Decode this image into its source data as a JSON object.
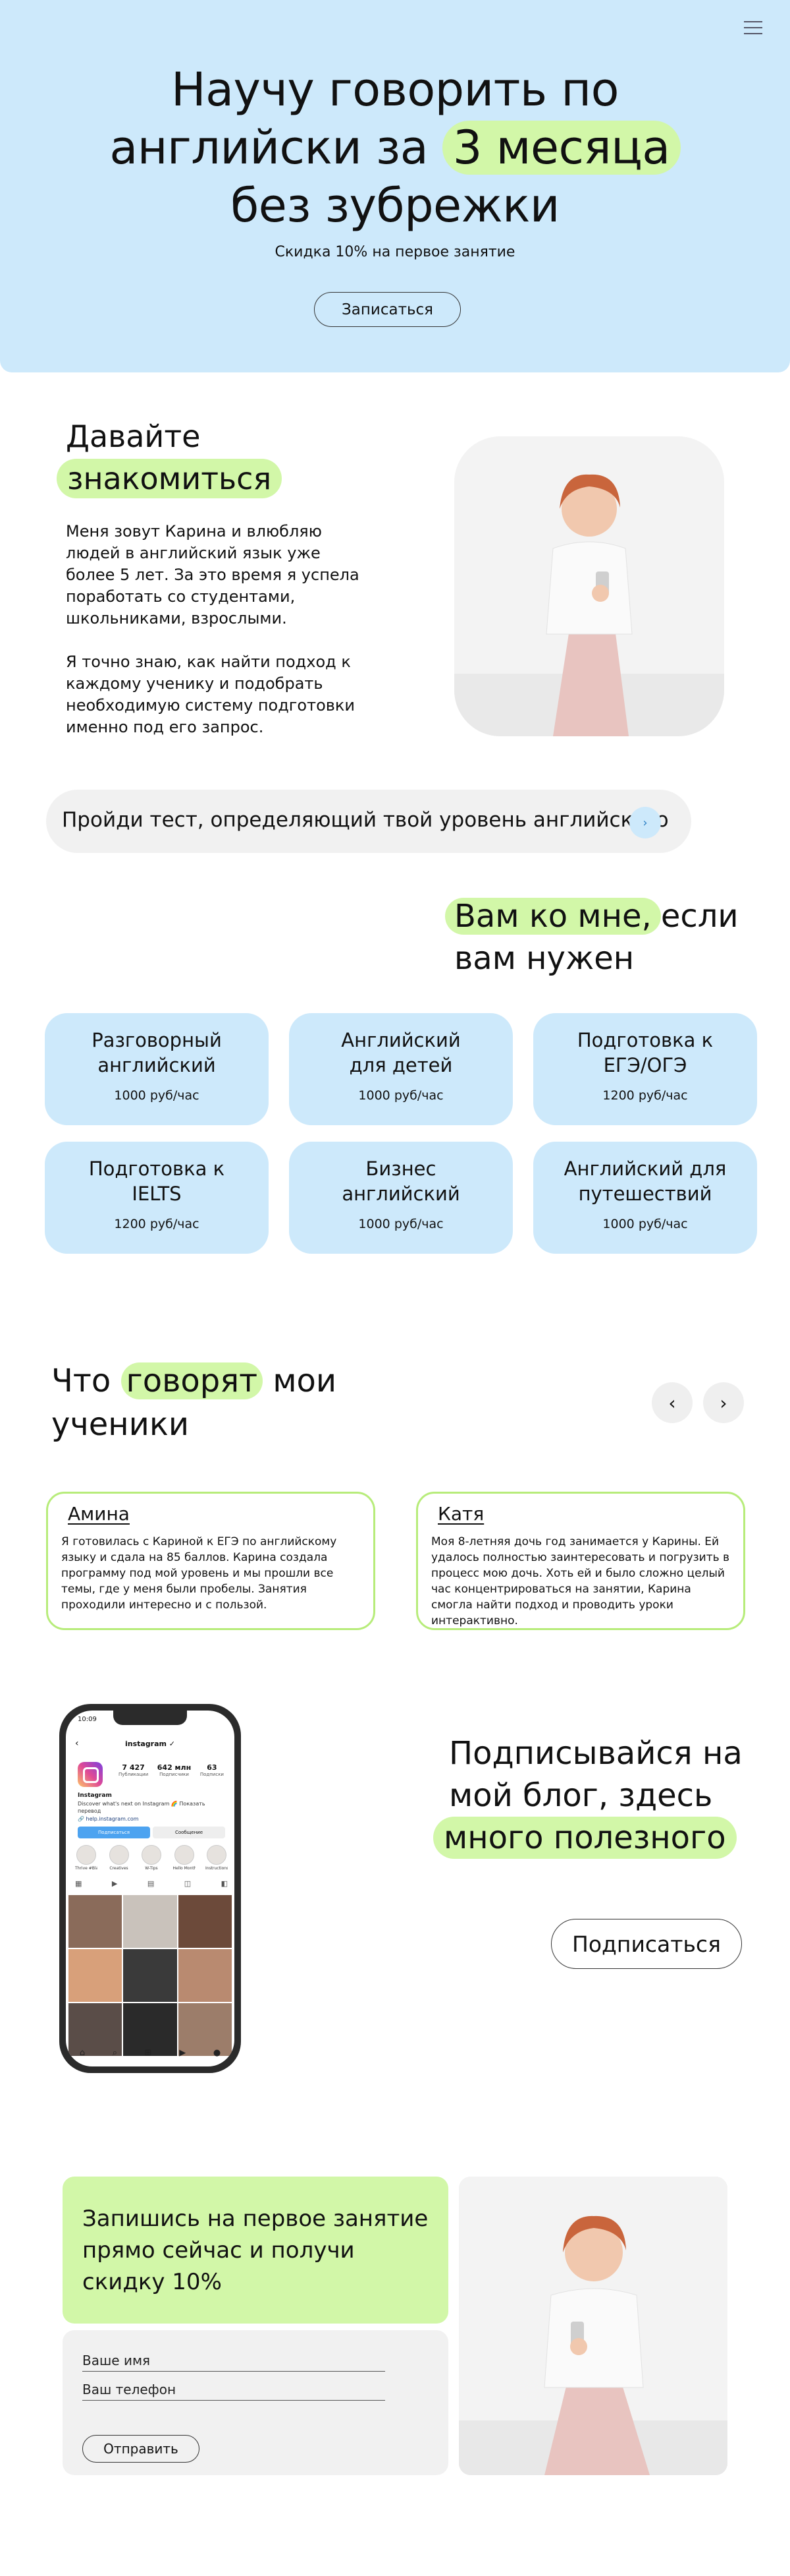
{
  "hero": {
    "title_line1": "Научу говорить по",
    "title_line2_pre": "английски за",
    "title_line2_hl": "3 месяца",
    "title_line3": "без зубрежки",
    "subtitle": "Скидка 10% на первое занятие",
    "cta_label": "Записаться"
  },
  "about": {
    "title_line1": "Давайте",
    "title_line2": "знакомиться",
    "para1": "Меня зовут Карина и влюбляю людей в английский язык уже более 5 лет. За это время я успела поработать со студентами, школьниками, взрослыми.",
    "para2": "Я точно знаю, как найти подход к каждому ученику и подобрать необходимую систему подготовки именно под его запрос."
  },
  "test_bar": {
    "label": "Пройди тест, определяющий твой уровень английского",
    "arrow": "›"
  },
  "services": {
    "title_hl": "Вам ко мне,",
    "title_rest": "если",
    "title_line2": "вам нужен",
    "cards": [
      {
        "name_line1": "Разговорный",
        "name_line2": "английский",
        "price": "1000 руб/час"
      },
      {
        "name_line1": "Английский",
        "name_line2": "для детей",
        "price": "1000 руб/час"
      },
      {
        "name_line1": "Подготовка к",
        "name_line2": "ЕГЭ/ОГЭ",
        "price": "1200 руб/час"
      },
      {
        "name_line1": "Подготовка к",
        "name_line2": "IELTS",
        "price": "1200 руб/час"
      },
      {
        "name_line1": "Бизнес",
        "name_line2": "английский",
        "price": "1000 руб/час"
      },
      {
        "name_line1": "Английский для",
        "name_line2": "путешествий",
        "price": "1000 руб/час"
      }
    ]
  },
  "reviews": {
    "title_pre": "Что",
    "title_hl": "говорят",
    "title_post": "мои",
    "title_line2": "ученики",
    "prev_icon": "‹",
    "next_icon": "›",
    "items": [
      {
        "name": "Амина",
        "text": "Я готовилась с Кариной к ЕГЭ по английскому языку и сдала на 85 баллов. Карина создала программу под мой уровень и мы прошли все темы, где у меня были пробелы. Занятия проходили интересно и с пользой."
      },
      {
        "name": "Катя",
        "text": "Моя 8-летняя дочь год занимается у Карины. Ей удалось полностью заинтересовать и погрузить в процесс мою дочь. Хоть ей и было сложно целый час концентрироваться на занятии, Карина смогла найти подход и проводить уроки интерактивно."
      }
    ]
  },
  "instagram": {
    "time": "10:09",
    "username": "instagram ✓",
    "stats": [
      {
        "value": "7 427",
        "label": "Публикации"
      },
      {
        "value": "642 млн",
        "label": "Подписчики"
      },
      {
        "value": "63",
        "label": "Подписки"
      }
    ],
    "name": "Instagram",
    "bio": "Discover what's next on Instagram 🌈 Показать перевод",
    "link": "🔗 help.instagram.com",
    "btn_subscribe": "Подписаться",
    "btn_message": "Сообщение",
    "highlights": [
      "Thrive #BlackJoy",
      "Creatives",
      "W-Tips",
      "Hello Month",
      "Instructions"
    ]
  },
  "blog": {
    "line1": "Подписывайся на",
    "line2": "мой блог, здесь",
    "line3": "много полезного",
    "cta_label": "Подписаться"
  },
  "signup": {
    "text": "Запишись на первое занятие прямо сейчас и получи скидку 10%",
    "name_placeholder": "Ваше имя",
    "phone_placeholder": "Ваш телефон",
    "submit_label": "Отправить"
  }
}
